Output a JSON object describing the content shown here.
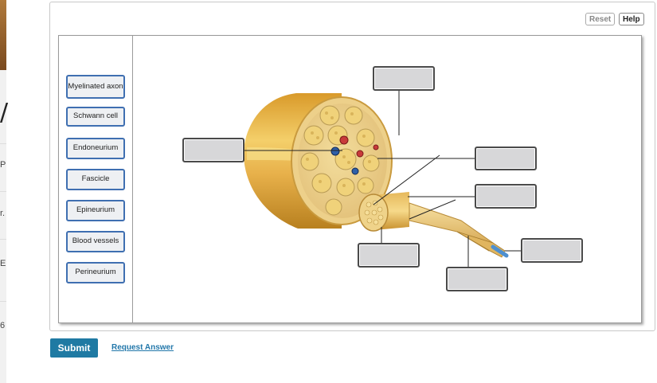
{
  "toolbar": {
    "reset_label": "Reset",
    "help_label": "Help"
  },
  "labels": [
    {
      "text": "Myelinated axon"
    },
    {
      "text": "Schwann cell"
    },
    {
      "text": "Endoneurium"
    },
    {
      "text": "Fascicle"
    },
    {
      "text": "Epineurium"
    },
    {
      "text": "Blood vessels"
    },
    {
      "text": "Perineurium"
    }
  ],
  "actions": {
    "submit_label": "Submit",
    "request_label": "Request Answer"
  },
  "page_edge": {
    "frag_1": "P",
    "frag_2": "r.",
    "frag_3": "E",
    "frag_4": "6",
    "big_glyph": "/"
  },
  "colors": {
    "accent": "#1f7aa3",
    "label_border": "#3f6fb1",
    "target_fill": "#d7d7d9",
    "nerve_tan": "#e7b85c"
  }
}
